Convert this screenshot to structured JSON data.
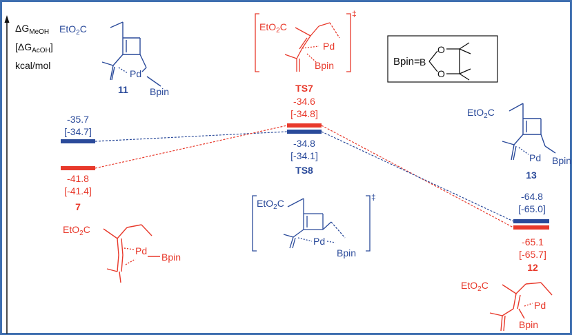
{
  "colors": {
    "blue": "#2a4a9a",
    "red": "#e8392b",
    "black": "#111111",
    "frame": "#3f6fb0"
  },
  "axis": {
    "line1": "ΔG",
    "line1_sub": "MeOH",
    "line2_open": "[ΔG",
    "line2_sub": "AcOH",
    "line2_close": "]",
    "line3": "kcal/mol"
  },
  "legend": {
    "label": "Bpin=",
    "atom_b": "B",
    "atom_o1": "O",
    "atom_o2": "O"
  },
  "structures": {
    "s11": {
      "ester": "EtO",
      "ester_sub": "2",
      "ester_c": "C",
      "pd": "Pd",
      "bpin": "Bpin"
    },
    "ts7": {
      "ester": "EtO",
      "ester_sub": "2",
      "ester_c": "C",
      "pd": "Pd",
      "bpin": "Bpin",
      "dagger": "‡"
    },
    "ts8": {
      "ester": "EtO",
      "ester_sub": "2",
      "ester_c": "C",
      "pd": "Pd",
      "bpin": "Bpin",
      "dagger": "‡"
    },
    "s13": {
      "ester": "EtO",
      "ester_sub": "2",
      "ester_c": "C",
      "pd": "Pd",
      "bpin": "Bpin"
    },
    "s7": {
      "ester": "EtO",
      "ester_sub": "2",
      "ester_c": "C",
      "pd": "Pd",
      "bpin": "Bpin"
    },
    "s12": {
      "ester": "EtO",
      "ester_sub": "2",
      "ester_c": "C",
      "pd": "Pd",
      "bpin": "Bpin"
    }
  },
  "levels": {
    "s11": {
      "label": "11",
      "value": "-35.7",
      "alt": "[-34.7]"
    },
    "s7": {
      "label": "7",
      "value": "-41.8",
      "alt": "[-41.4]"
    },
    "ts7": {
      "label": "TS7",
      "value": "-34.6",
      "alt": "[-34.8]"
    },
    "ts8": {
      "label": "TS8",
      "value": "-34.8",
      "alt": "[-34.1]"
    },
    "s13": {
      "label": "13",
      "value": "-64.8",
      "alt": "[-65.0]"
    },
    "s12": {
      "label": "12",
      "value": "-65.1",
      "alt": "[-65.7]"
    }
  }
}
